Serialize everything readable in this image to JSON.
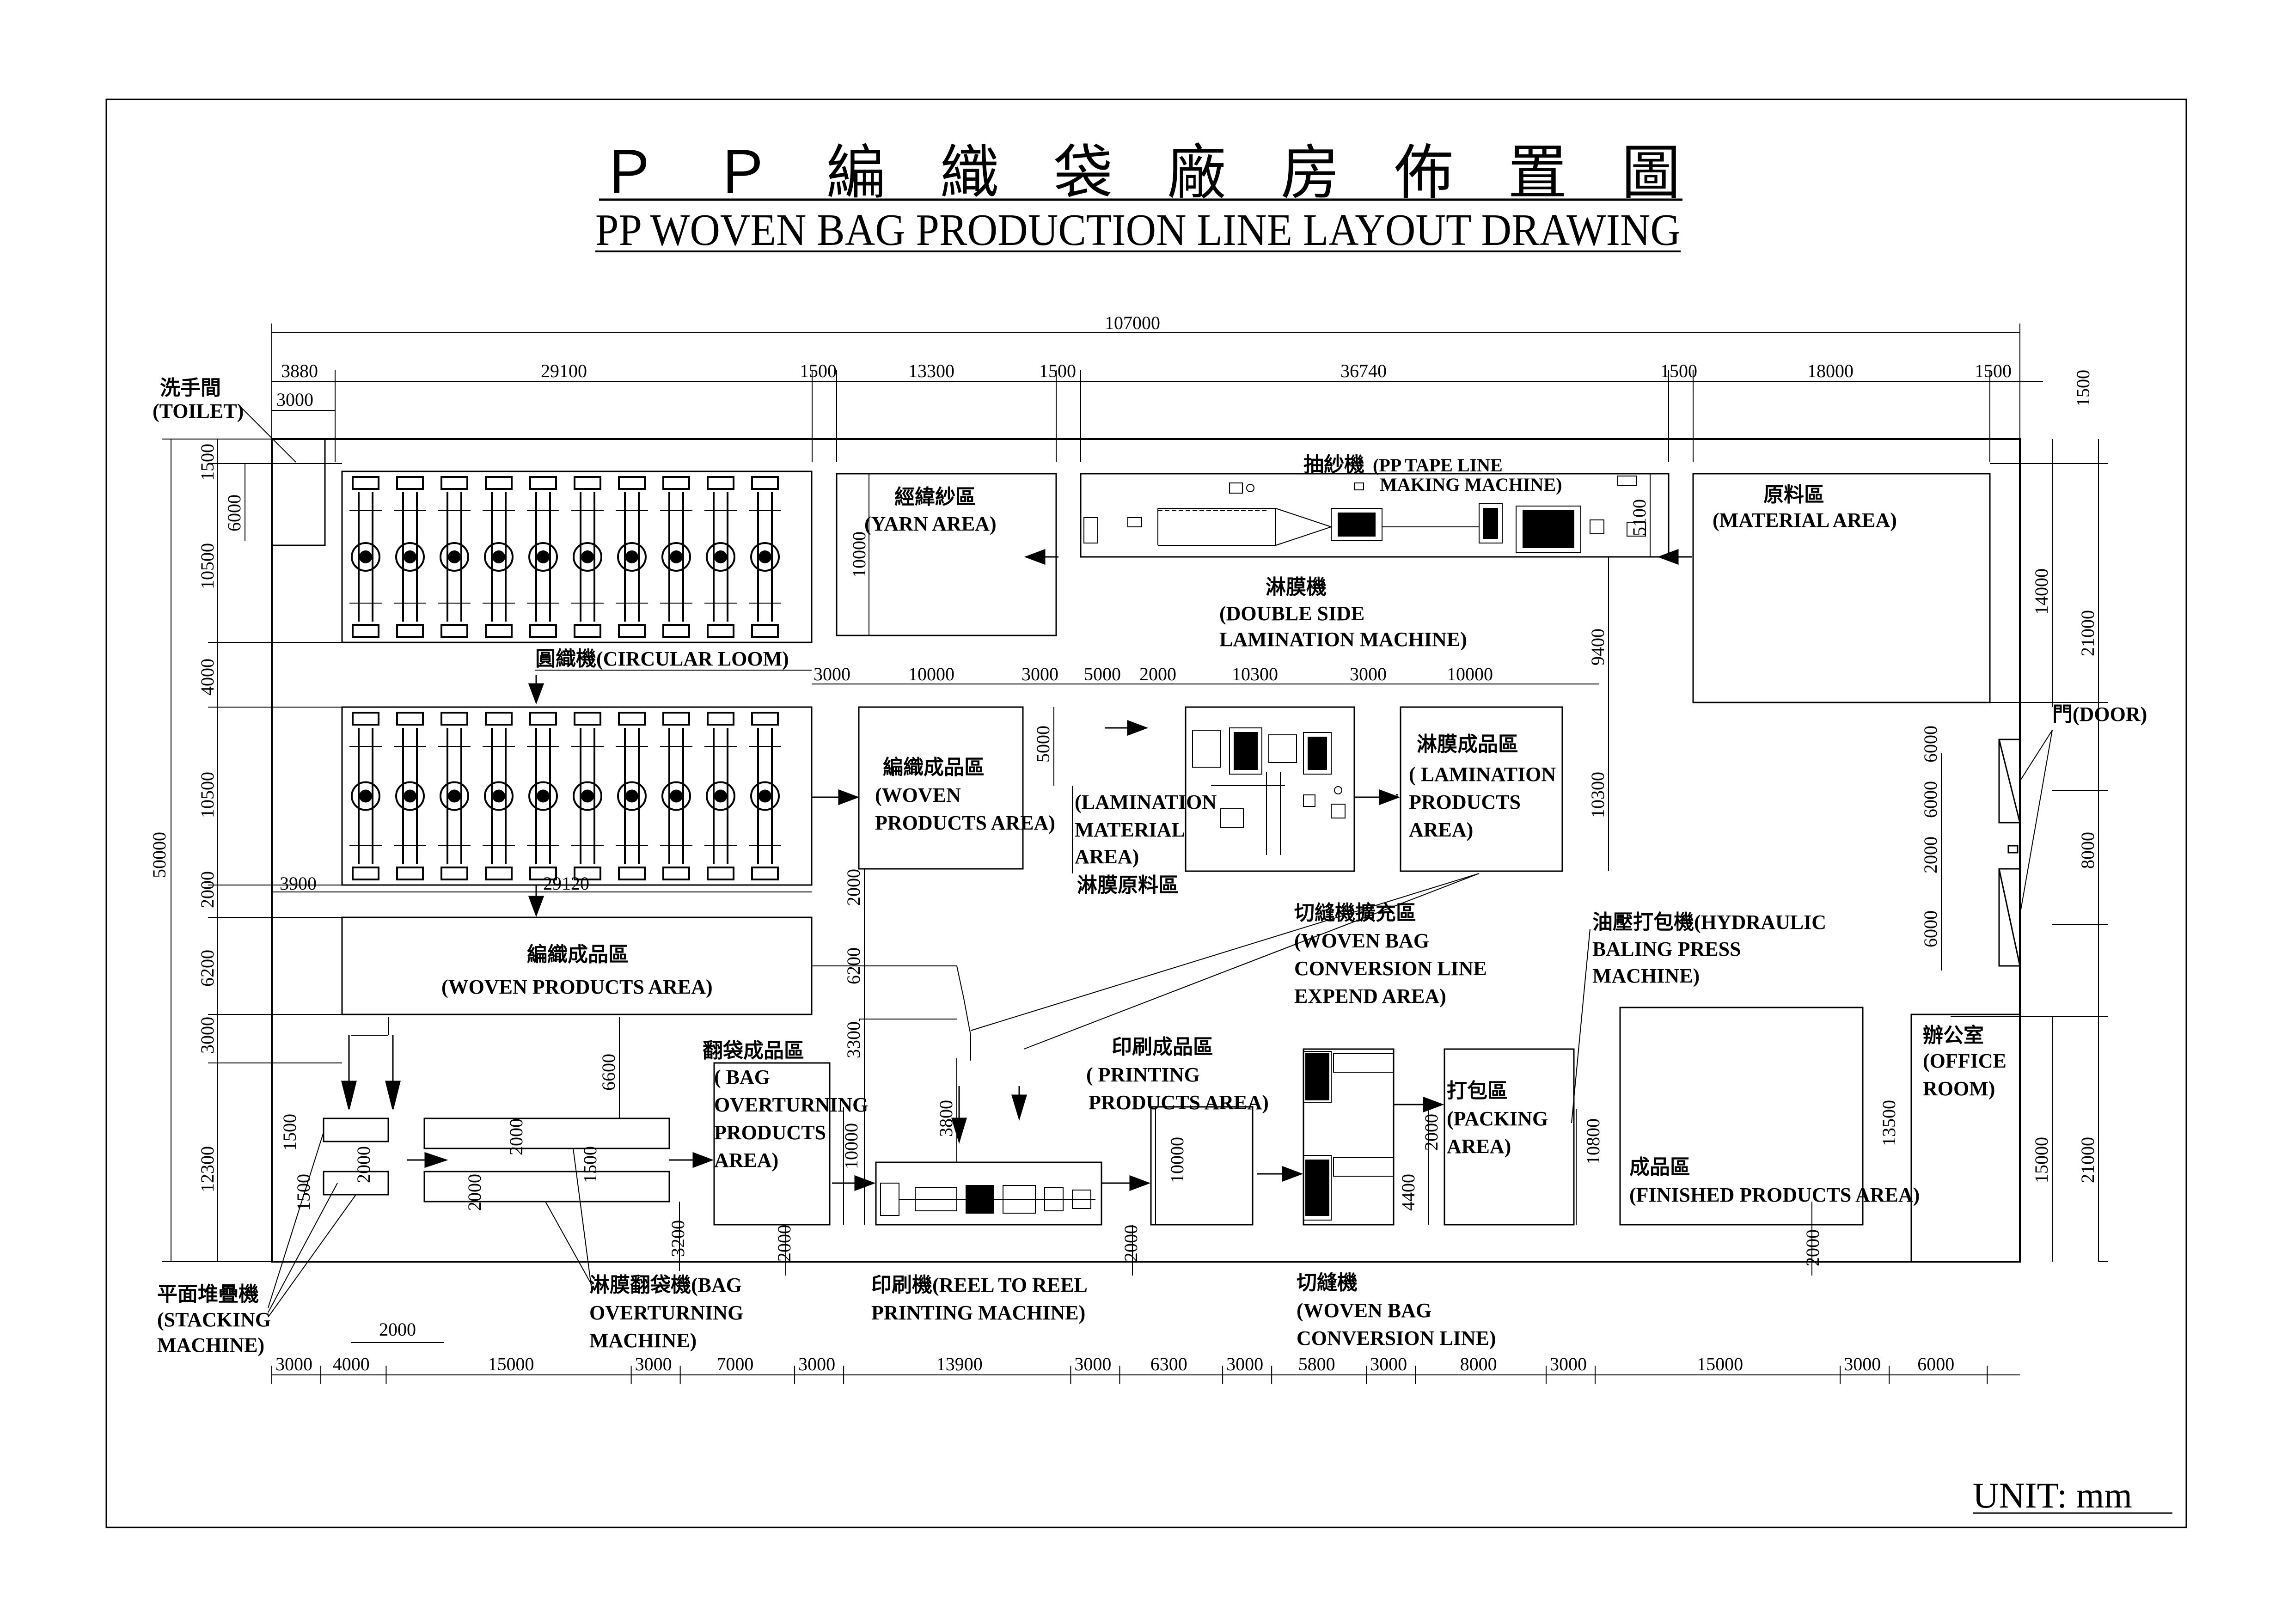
{
  "title_cn": "ＰＰ編織袋廠房佈置圖",
  "title_en": "PP WOVEN BAG PRODUCTION  LINE LAYOUT DRAWING",
  "unit": "UNIT: mm",
  "areas": {
    "toilet_cn": "洗手間",
    "toilet_en": "(TOILET)",
    "yarn_cn": "經緯紗區",
    "yarn_en": "(YARN AREA)",
    "tape_line_cn": "抽紗機",
    "tape_line_en1": "(PP TAPE LINE",
    "tape_line_en2": "MAKING MACHINE)",
    "material_cn": "原料區",
    "material_en": "(MATERIAL AREA)",
    "lamination_cn": "淋膜機",
    "lamination_en1": "(DOUBLE SIDE",
    "lamination_en2": "LAMINATION MACHINE)",
    "loom_label": "圓織機(CIRCULAR LOOM)",
    "woven_prod_cn": "編織成品區",
    "woven_prod_en1": "(WOVEN",
    "woven_prod_en2": "PRODUCTS AREA)",
    "lam_mat_en1": "(LAMINATION",
    "lam_mat_en2": "MATERIAL",
    "lam_mat_en3": "AREA)",
    "lam_mat_cn": "淋膜原料區",
    "lam_prod_cn": "淋膜成品區",
    "lam_prod_en1": "( LAMINATION",
    "lam_prod_en2": "PRODUCTS",
    "lam_prod_en3": "AREA)",
    "door": "門(DOOR)",
    "woven2_cn": "編織成品區",
    "woven2_en": "(WOVEN PRODUCTS AREA)",
    "expend_cn": "切縫機擴充區",
    "expend_en1": "(WOVEN BAG",
    "expend_en2": "CONVERSION LINE",
    "expend_en3": "EXPEND AREA)",
    "baling_cn": "油壓打包機(HYDRAULIC",
    "baling_en1": "BALING PRESS",
    "baling_en2": "MACHINE)",
    "overturn_prod_cn": "翻袋成品區",
    "overturn_prod_en1": "( BAG",
    "overturn_prod_en2": "OVERTURNING",
    "overturn_prod_en3": "PRODUCTS",
    "overturn_prod_en4": "AREA)",
    "print_prod_cn": "印刷成品區",
    "print_prod_en1": "( PRINTING",
    "print_prod_en2": "PRODUCTS AREA)",
    "packing_cn": "打包區",
    "packing_en1": "(PACKING",
    "packing_en2": "AREA)",
    "finished_cn": "成品區",
    "finished_en": "(FINISHED PRODUCTS AREA)",
    "office_cn": "辦公室",
    "office_en1": "(OFFICE",
    "office_en2": "ROOM)",
    "stacking_cn": "平面堆疊機",
    "stacking_en1": "(STACKING",
    "stacking_en2": "MACHINE)",
    "overturn_mach_cn": "淋膜翻袋機(BAG",
    "overturn_mach_en1": "OVERTURNING",
    "overturn_mach_en2": "MACHINE)",
    "printing_mach_cn": "印刷機(REEL TO REEL",
    "printing_mach_en": "PRINTING MACHINE)",
    "conversion_cn": "切縫機",
    "conversion_en1": "(WOVEN BAG",
    "conversion_en2": "CONVERSION LINE)"
  },
  "dimensions": {
    "total_width": "107000",
    "top_row": [
      "3880",
      "29100",
      "1500",
      "13300",
      "1500",
      "36740",
      "1500",
      "18000",
      "1500"
    ],
    "top_row2": [
      "3000"
    ],
    "left_col": [
      "1500",
      "6000",
      "10500",
      "4000",
      "10500",
      "2000",
      "6200",
      "3000",
      "12300"
    ],
    "total_height": "50000",
    "mid_row": [
      "3000",
      "10000",
      "3000",
      "5000",
      "2000",
      "10300",
      "3000",
      "10000"
    ],
    "loom2_row": [
      "3900",
      "29120"
    ],
    "bottom_row": [
      "3000",
      "4000",
      "15000",
      "3000",
      "7000",
      "3000",
      "13900",
      "3000",
      "6300",
      "3000",
      "5800",
      "3000",
      "8000",
      "3000",
      "15000",
      "3000",
      "6000"
    ],
    "inner": {
      "yarn_h": "10000",
      "tape_h": "5100",
      "gap_9400": "9400",
      "lam_mat_h": "5000",
      "lam_prod_h": "10300",
      "right_top": "14000",
      "right_21000a": "21000",
      "door_8000": "8000",
      "door_left": [
        "6000",
        "6000",
        "2000",
        "6000"
      ],
      "right_21000b": "21000",
      "right_15000": "15000",
      "finished_13500": "13500",
      "finished_2000": "2000",
      "packing_10800": "10800",
      "packing_2000": "2000",
      "packing_4400": "4400",
      "printprod_10000": "10000",
      "printprod_2000": "2000",
      "print_3800": "3800",
      "col_6200": "6200",
      "col_3300": "3300",
      "col_2000": "2000",
      "overturn_10000": "10000",
      "overturn_2000": "2000",
      "stack_1500a": "1500",
      "stack_1500b": "1500",
      "stack_2000": "2000",
      "ov_2000a": "2000",
      "ov_2000b": "2000",
      "ov_1500": "1500",
      "ov_6600": "6600",
      "ov_3200": "3200",
      "bottom_2000": "2000"
    }
  }
}
